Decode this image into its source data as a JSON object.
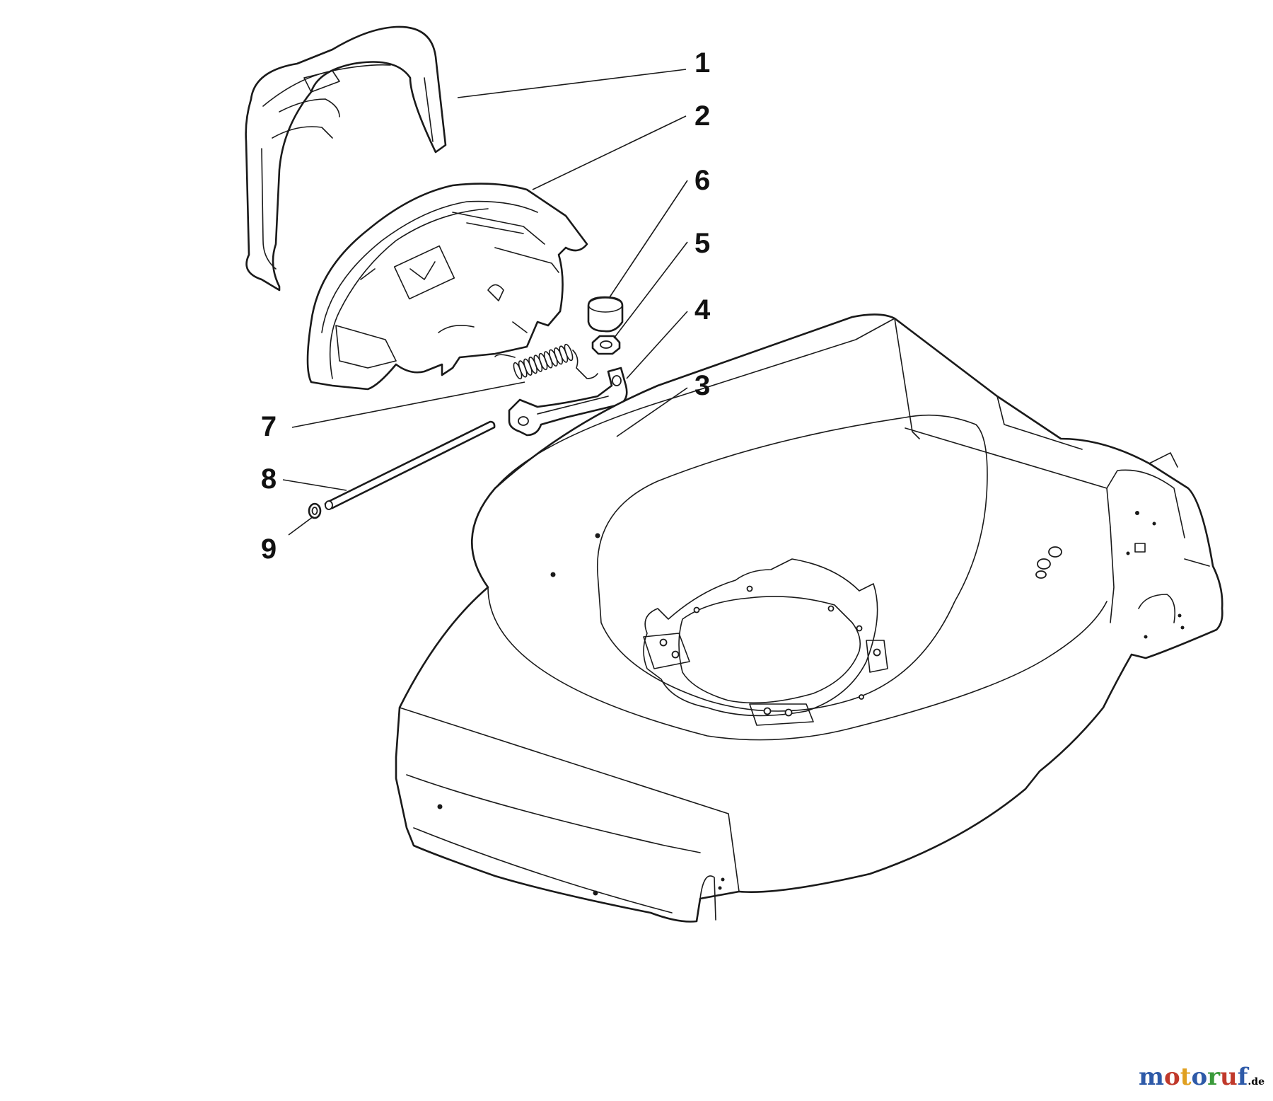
{
  "diagram": {
    "callouts": [
      {
        "label": "1"
      },
      {
        "label": "2"
      },
      {
        "label": "6"
      },
      {
        "label": "5"
      },
      {
        "label": "4"
      },
      {
        "label": "3"
      },
      {
        "label": "7"
      },
      {
        "label": "8"
      },
      {
        "label": "9"
      }
    ]
  },
  "watermark": {
    "letters": [
      "m",
      "o",
      "t",
      "o",
      "r",
      "u",
      "f"
    ],
    "colors": [
      "#2e5aa8",
      "#c0392b",
      "#e0a020",
      "#2e5aa8",
      "#3a9a3a",
      "#c0392b",
      "#2e5aa8"
    ],
    "suffix": ".de"
  }
}
